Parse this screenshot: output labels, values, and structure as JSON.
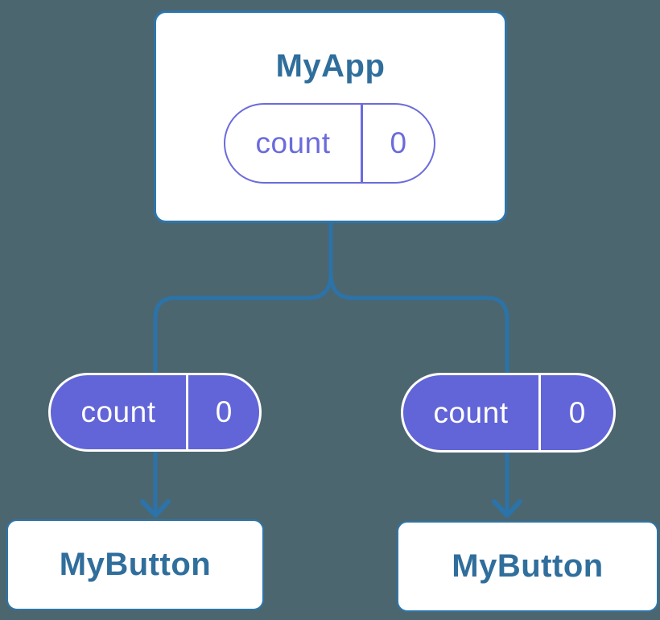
{
  "colors": {
    "background": "#4c6670",
    "connector": "#2b73a8",
    "card_border": "#2e75aa",
    "card_bg": "#ffffff",
    "title_text": "#306e9c",
    "indigo": "#6b6bdc",
    "pill_bg": "#6265d7",
    "pill_text": "#ffffff"
  },
  "root_card": {
    "title": "MyApp",
    "state_pill": {
      "label": "count",
      "value": "0"
    }
  },
  "children": [
    {
      "card_title": "MyButton",
      "prop_pill": {
        "label": "count",
        "value": "0"
      }
    },
    {
      "card_title": "MyButton",
      "prop_pill": {
        "label": "count",
        "value": "0"
      }
    }
  ]
}
